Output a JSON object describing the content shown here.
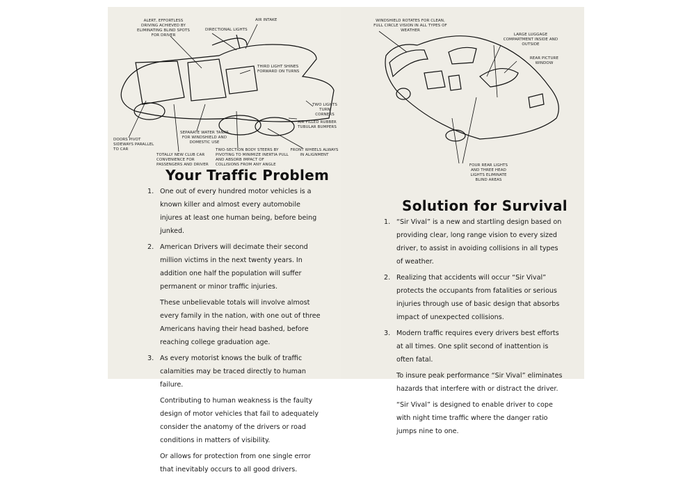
{
  "left_page": {
    "labels": [
      "Alert, effortless driving achieved by eliminating blind spots for driver",
      "Directional lights",
      "Air intake",
      "Third light shines forward on turns",
      "Two lights turn corners",
      "Air filled rubber tubular bumpers",
      "Front wheels always in alignment",
      "Two-section body steers by pivoting to minimize inertia pull and absorb impact of collisions from any angle",
      "Separate water tanks for windshield and domestic use",
      "Totally new club car convenience for passengers and driver",
      "Doors pivot sideways parallel to car"
    ],
    "title": "Your Traffic Problem",
    "items": [
      {
        "num": "1.",
        "text": "One out of every hundred motor vehicles is a known killer and almost every automobile injures at least one human being, before being junked."
      },
      {
        "num": "2.",
        "text": "American Drivers will decimate their second million victims in the next twenty years. In addition one half the population will suffer permanent or minor traffic injuries.",
        "extra": [
          "These unbelievable totals will involve almost every family in the nation, with one out of three Americans having their head bashed, before reaching college graduation age."
        ]
      },
      {
        "num": "3.",
        "text": "As every motorist knows the bulk of traffic calamities may be traced directly to human failure.",
        "extra": [
          "Contributing to human weakness is the faulty design of motor vehicles that fail to adequately consider the anatomy of the drivers or road conditions in matters of visibility.",
          "Or allows for protection from one single error that inevitably occurs to all good drivers."
        ]
      }
    ]
  },
  "right_page": {
    "labels": [
      "Windshield rotates for clean, full circle vision in all types of weather",
      "Large luggage compartment inside and outside",
      "Rear picture window",
      "Four rear lights and three head lights eliminate blind areas"
    ],
    "title": "Solution for Survival",
    "items": [
      {
        "num": "1.",
        "text": "“Sir Vival” is a new and startling design based on providing clear, long range vision to every sized driver, to assist in avoiding collisions in all types of weather."
      },
      {
        "num": "2.",
        "text": "Realizing that accidents will occur “Sir Vival” protects the occupants from fatalities or serious injuries through use of basic design that absorbs impact of unexpected collisions."
      },
      {
        "num": "3.",
        "text": "Modern traffic requires every drivers best efforts at all times. One split second of inattention is often fatal.",
        "extra": [
          "To insure peak performance “Sir Vival” eliminates hazards that interfere with or distract the driver.",
          "“Sir Vival” is designed to enable driver to cope with night time traffic where the danger ratio jumps nine to one."
        ]
      }
    ]
  }
}
